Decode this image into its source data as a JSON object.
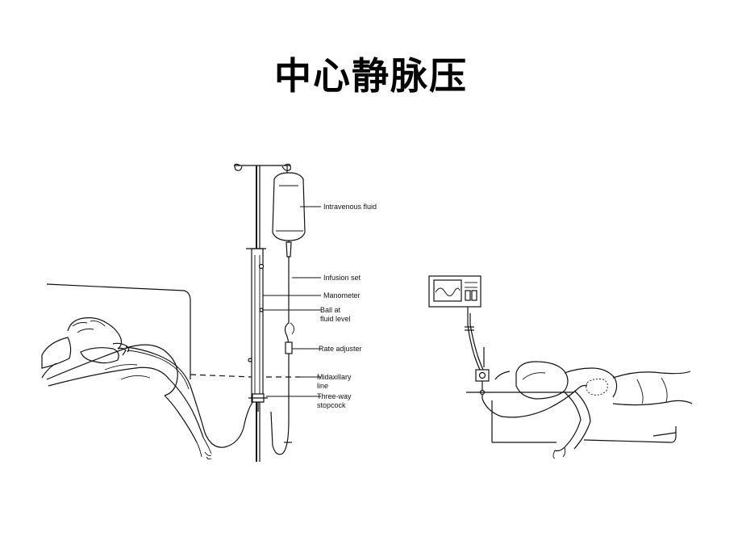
{
  "slide": {
    "title": "中心静脉压"
  },
  "left_diagram": {
    "labels": {
      "intravenous_fluid": "Intravenous fluid",
      "infusion_set": "Infusion set",
      "manometer": "Manometer",
      "ball_line1": "Ball at",
      "ball_line2": "fluid level",
      "rate_adjuster": "Rate adjuster",
      "midaxillary_line1": "Midaxillary",
      "midaxillary_line2": "line",
      "stopcock_line1": "Three-way",
      "stopcock_line2": "stopcock"
    }
  }
}
